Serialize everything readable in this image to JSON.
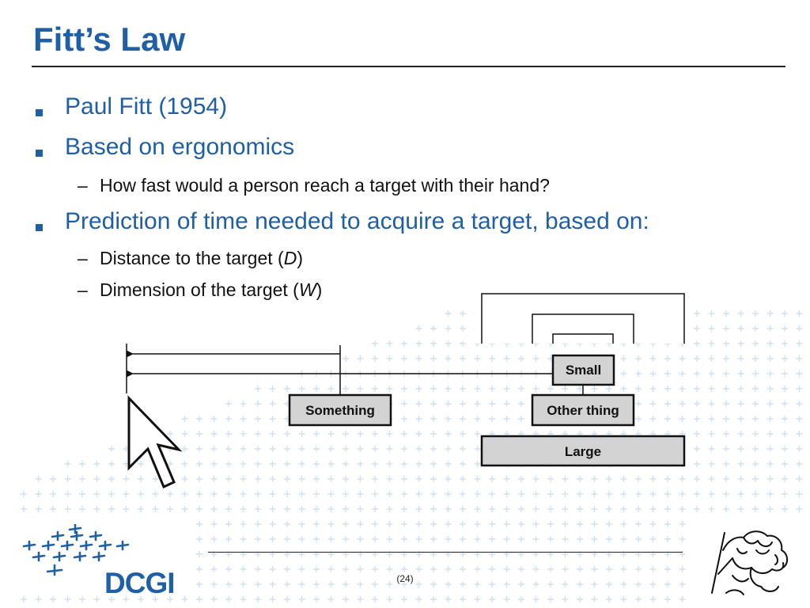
{
  "slide": {
    "title": "Fitt’s Law",
    "bullets": [
      {
        "text": "Paul Fitt (1954)"
      },
      {
        "text": "Based on ergonomics"
      },
      {
        "text": "Prediction of time needed to acquire a target, based on:"
      }
    ],
    "sub_items": [
      {
        "prefix": "How fast would a person reach a target with their hand?",
        "var": "",
        "suffix": ""
      },
      {
        "prefix": "Distance to the target (",
        "var": "D",
        "suffix": ")"
      },
      {
        "prefix": "Dimension of the target (",
        "var": "W",
        "suffix": ")"
      }
    ],
    "dash": "–"
  },
  "diagram": {
    "labels": {
      "small": "Small",
      "something": "Something",
      "other": "Other thing",
      "large": "Large"
    }
  },
  "footer": {
    "page_number": "(24)",
    "logo_text": "DCGI"
  },
  "colors": {
    "accent": "#1f5fa6",
    "box_fill": "#d3d3d3",
    "plus_pattern": "#cfe0ef"
  }
}
